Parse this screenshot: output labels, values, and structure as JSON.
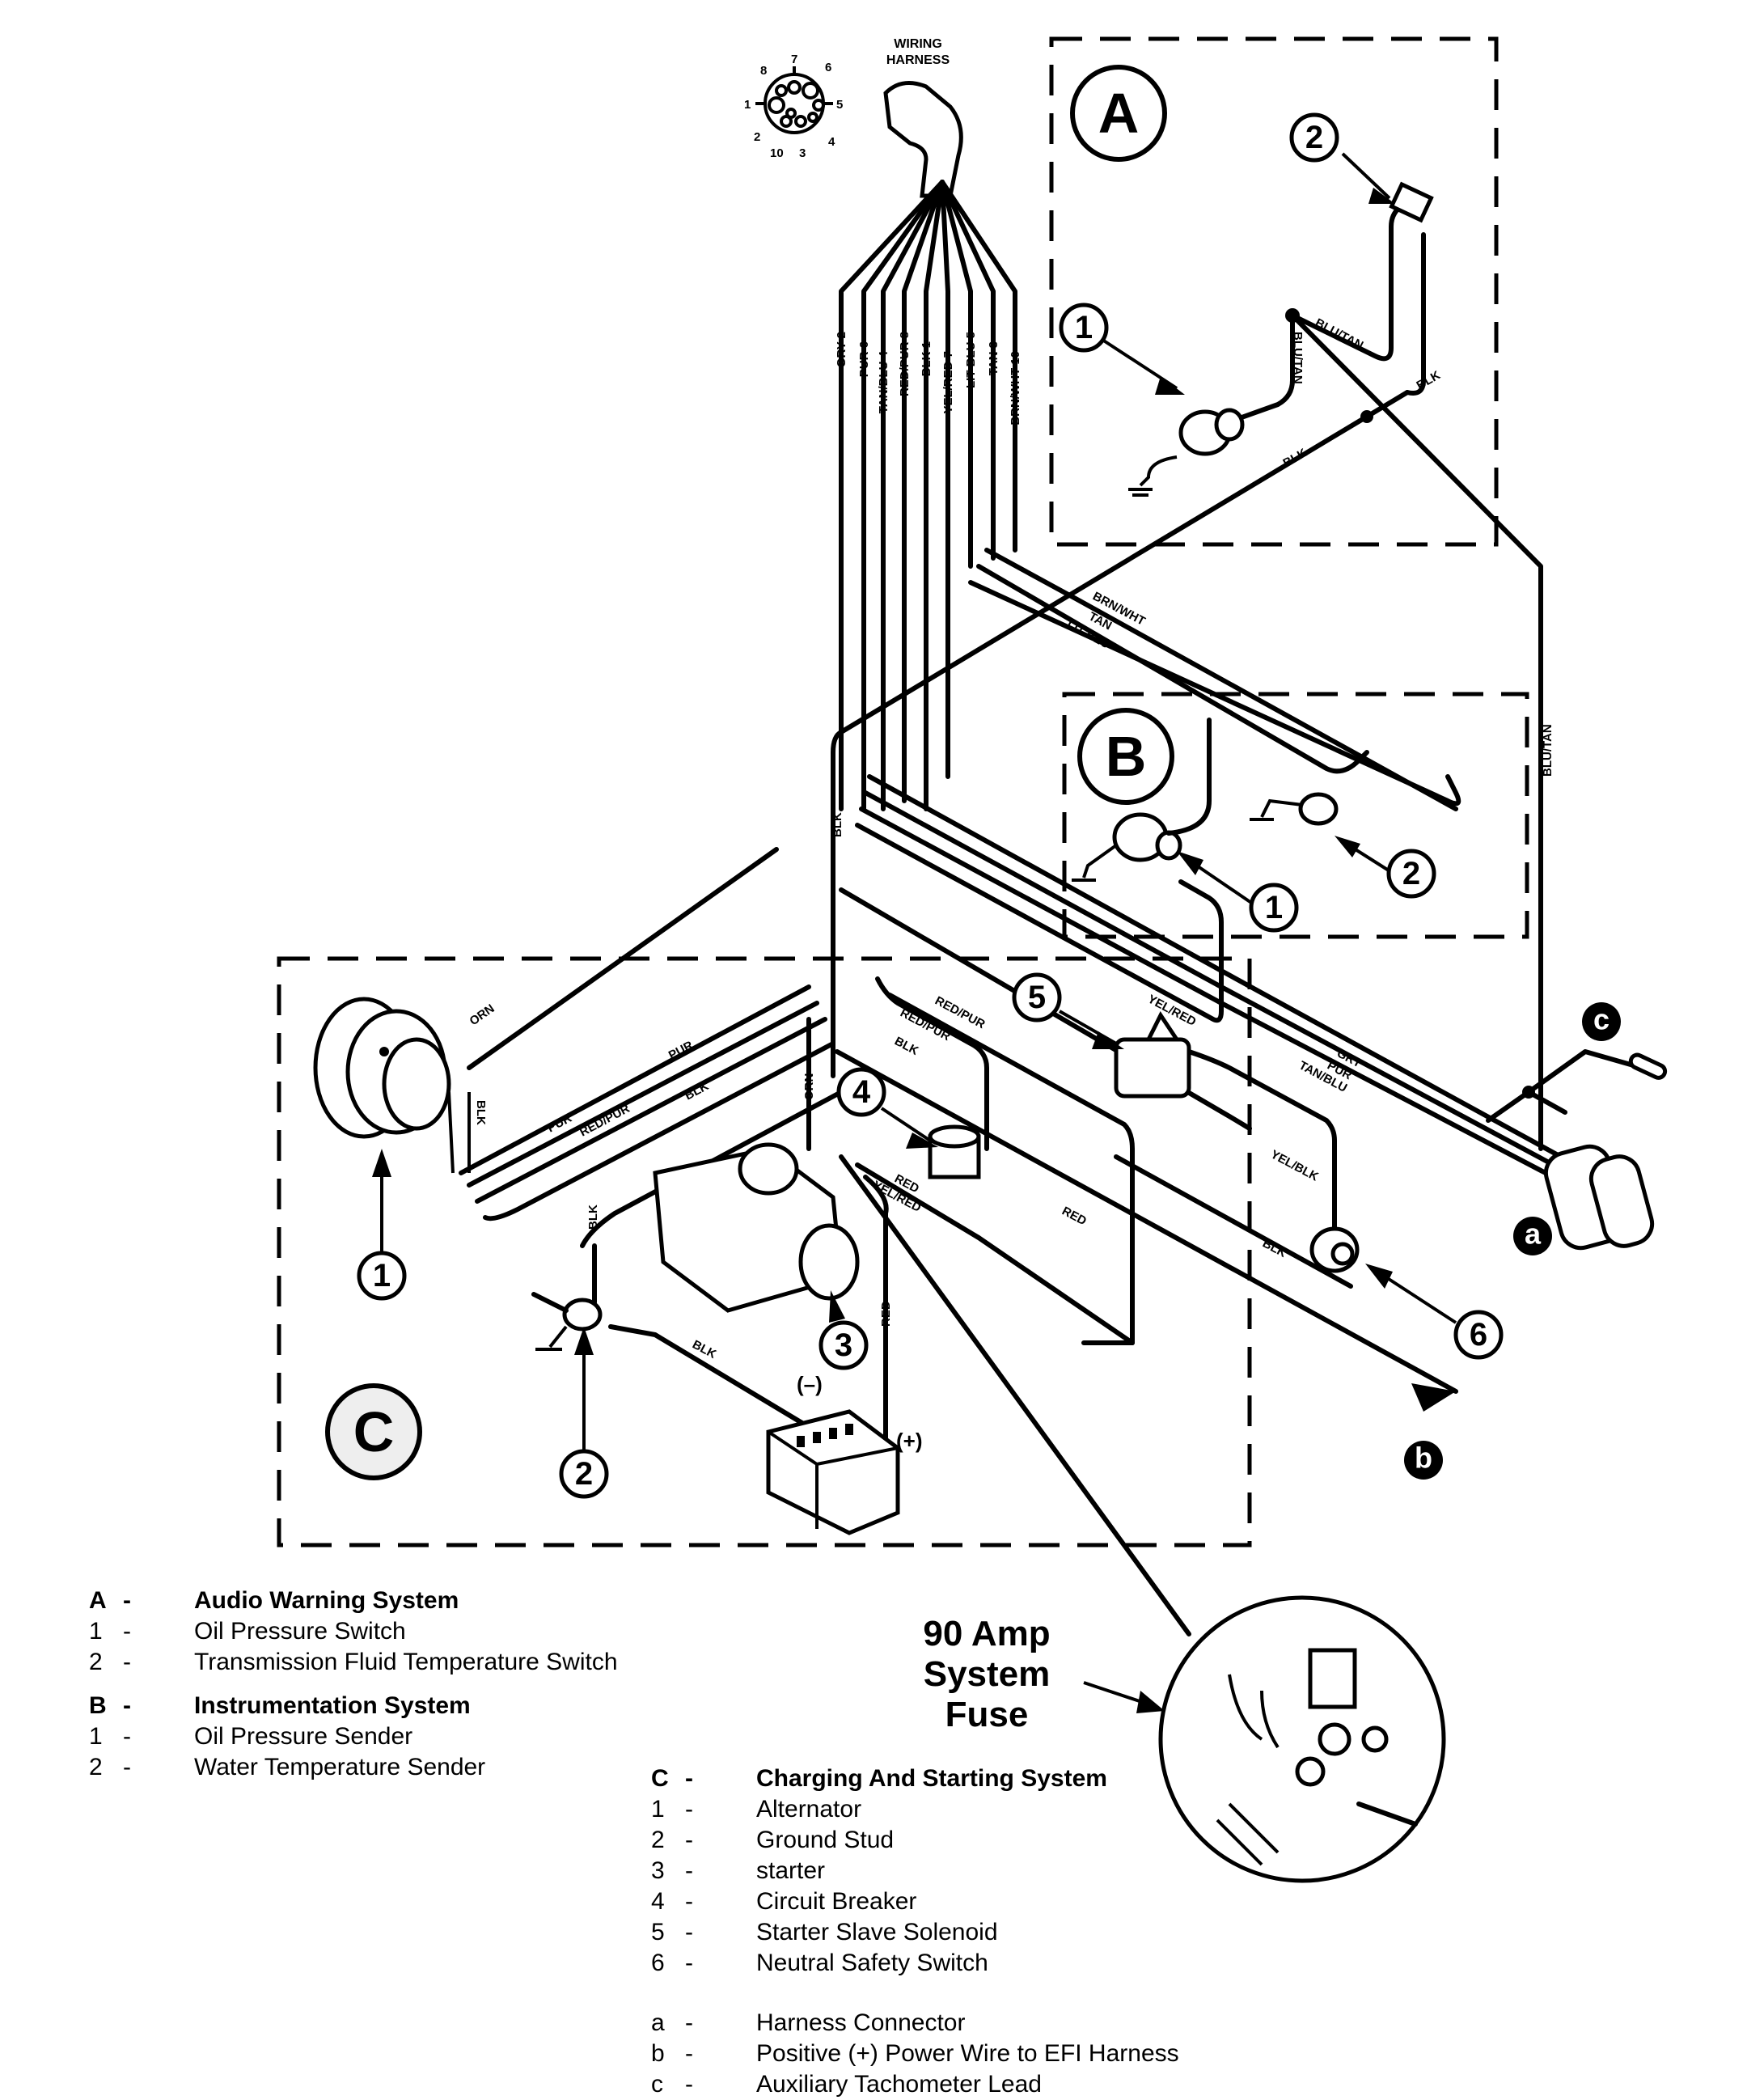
{
  "harness": {
    "title_line1": "WIRING",
    "title_line2": "HARNESS",
    "pin_numbers": [
      "1",
      "2",
      "3",
      "4",
      "5",
      "6",
      "7",
      "8",
      "10"
    ],
    "wires": [
      "GRY 2",
      "PUR 6",
      "TAN/BLU 4",
      "RED/PUR 8",
      "BLK 1",
      "YEL/RED 7",
      "LIT BLU 5",
      "TAN 3",
      "BRN/WHT 10"
    ]
  },
  "sections": {
    "A": "A",
    "B": "B",
    "C": "C"
  },
  "wire_labels": {
    "blu_tan_1": "BLU/TAN",
    "blu_tan_2": "BLU/TAN",
    "blu_tan_3": "BLU/TAN",
    "blk_a1": "BLK",
    "blk_a2": "BLK",
    "brn_wht": "BRN/WHT",
    "tan": "TAN",
    "lit_blu": "LIT BLU",
    "blk_vert": "BLK",
    "orn_alt": "ORN",
    "blk_alt": "BLK",
    "pur_1": "PUR",
    "pur_2": "PUR",
    "red_pur_1": "RED/PUR",
    "blk_c1": "BLK",
    "red_pur_2": "RED/PUR",
    "red_pur_3": "RED/PUR",
    "blk_c2": "BLK",
    "yel_red_1": "YEL/RED",
    "gry": "GRY",
    "pur_3": "PUR",
    "tan_blu": "TAN/BLU",
    "orn_starter": "ORN",
    "red_1": "RED",
    "yel_red_2": "YEL/RED",
    "blk_ground": "BLK",
    "blk_batt": "BLK",
    "red_batt": "RED",
    "red_2": "RED",
    "yel_blk": "YEL/BLK",
    "blk_nss": "BLK",
    "batt_neg": "(–)",
    "batt_pos": "(+)"
  },
  "callouts": {
    "A1": "1",
    "A2": "2",
    "B1": "1",
    "B2": "2",
    "C1": "1",
    "C2": "2",
    "C3": "3",
    "C4": "4",
    "C5": "5",
    "C6": "6",
    "a": "a",
    "b": "b",
    "c": "c"
  },
  "fuse_label": {
    "line1": "90 Amp",
    "line2": "System",
    "line3": "Fuse"
  },
  "legend": {
    "groups": [
      {
        "key": "A",
        "dash": "-",
        "title": "Audio Warning System",
        "items": [
          {
            "key": "1",
            "dash": "-",
            "text": "Oil Pressure Switch"
          },
          {
            "key": "2",
            "dash": "-",
            "text": "Transmission Fluid Temperature Switch"
          }
        ]
      },
      {
        "key": "B",
        "dash": "-",
        "title": "Instrumentation System",
        "items": [
          {
            "key": "1",
            "dash": "-",
            "text": "Oil Pressure Sender"
          },
          {
            "key": "2",
            "dash": "-",
            "text": "Water Temperature Sender"
          }
        ]
      },
      {
        "key": "C",
        "dash": "-",
        "title": "Charging And Starting System",
        "items": [
          {
            "key": "1",
            "dash": "-",
            "text": "Alternator"
          },
          {
            "key": "2",
            "dash": "-",
            "text": "Ground Stud"
          },
          {
            "key": "3",
            "dash": "-",
            "text": "starter"
          },
          {
            "key": "4",
            "dash": "-",
            "text": "Circuit Breaker"
          },
          {
            "key": "5",
            "dash": "-",
            "text": "Starter Slave Solenoid"
          },
          {
            "key": "6",
            "dash": "-",
            "text": "Neutral Safety Switch"
          }
        ]
      }
    ],
    "letters": [
      {
        "key": "a",
        "dash": "-",
        "text": "Harness Connector"
      },
      {
        "key": "b",
        "dash": "-",
        "text": "Positive (+) Power Wire to EFI Harness"
      },
      {
        "key": "c",
        "dash": "-",
        "text": "Auxiliary Tachometer Lead"
      }
    ]
  }
}
